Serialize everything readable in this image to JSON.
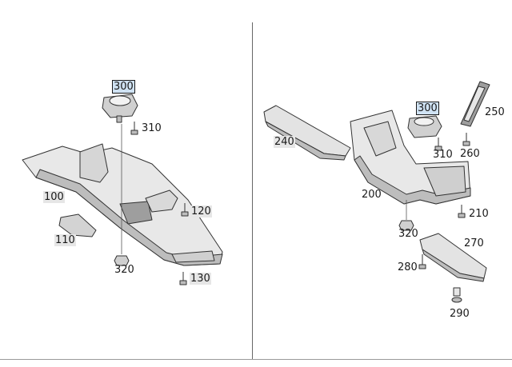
{
  "left_panel": {
    "labels": {
      "p300": "300",
      "p310": "310",
      "p100": "100",
      "p120": "120",
      "p110": "110",
      "p320": "320",
      "p130": "130"
    }
  },
  "right_panel": {
    "labels": {
      "p300": "300",
      "p250": "250",
      "p240": "240",
      "p310": "310",
      "p260": "260",
      "p200": "200",
      "p210": "210",
      "p320": "320",
      "p270": "270",
      "p280": "280",
      "p290": "290"
    }
  },
  "colors": {
    "part_fill": "#e8e8e8",
    "part_shade": "#bdbdbd",
    "outline": "#333333",
    "highlight_box": "#cfe2f3"
  }
}
